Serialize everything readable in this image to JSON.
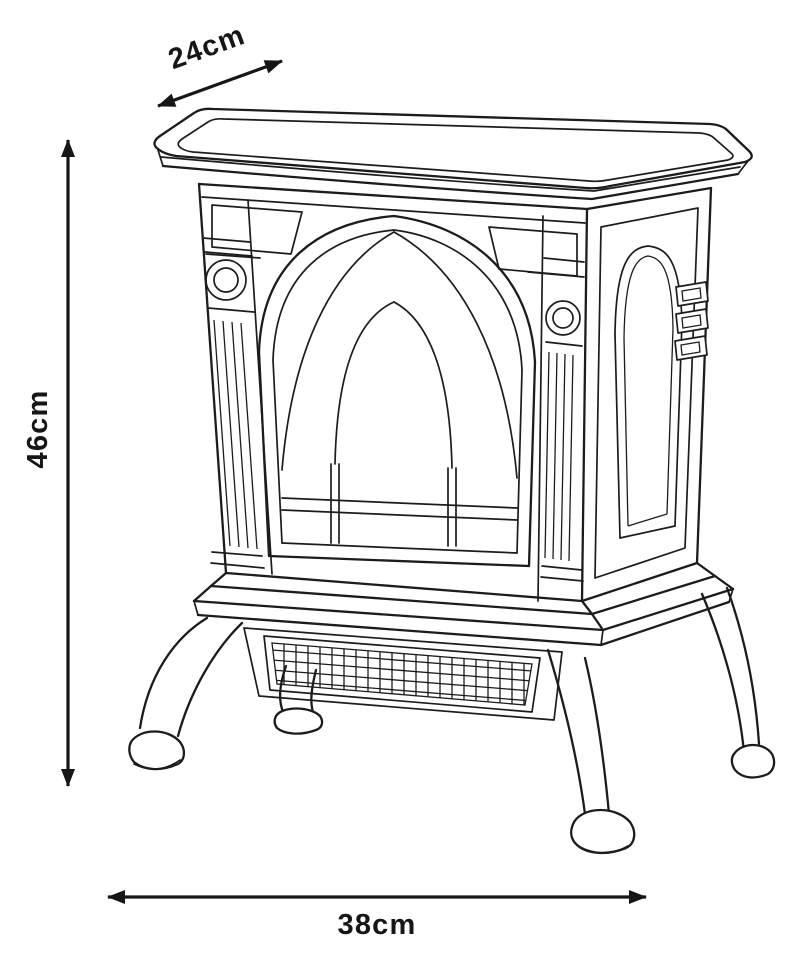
{
  "diagram": {
    "type": "product-dimensions",
    "subject": "electric-stove-heater-line-drawing",
    "dimensions": {
      "depth": {
        "label": "24cm",
        "value": 24,
        "unit": "cm",
        "orientation": "diagonal"
      },
      "height": {
        "label": "46cm",
        "value": 46,
        "unit": "cm",
        "orientation": "vertical"
      },
      "width": {
        "label": "38cm",
        "value": 38,
        "unit": "cm",
        "orientation": "horizontal"
      }
    },
    "colors": {
      "background": "#ffffff",
      "line": "#1c1c1c",
      "dimension": "#161616"
    }
  }
}
